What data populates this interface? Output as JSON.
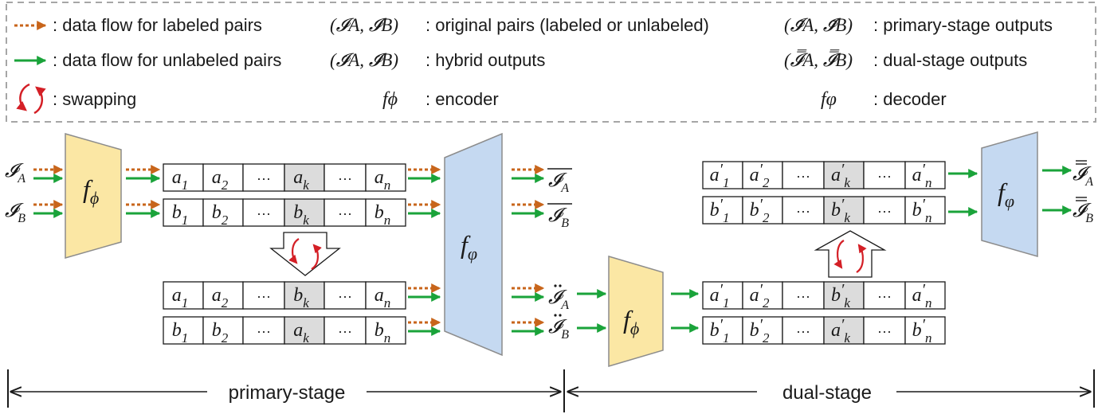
{
  "legend": {
    "labeled_flow": ": data flow for labeled pairs",
    "unlabeled_flow": ": data flow for unlabeled pairs",
    "swapping": ": swapping",
    "original_pairs_sym": "(𝓘A, 𝓘B)",
    "original_pairs": ": original pairs (labeled or unlabeled)",
    "hybrid_outputs_sym": "(𝓘̈A, 𝓘̈B)",
    "hybrid_outputs": ": hybrid outputs",
    "encoder_sym": "fϕ",
    "encoder": ": encoder",
    "primary_outputs_sym": "(𝓘̄A, 𝓘̄B)",
    "primary_outputs": ": primary-stage outputs",
    "dual_outputs_sym": "(𝓘̿A, 𝓘̿B)",
    "dual_outputs": ": dual-stage outputs",
    "decoder_sym": "fφ",
    "decoder": ": decoder"
  },
  "symbols": {
    "I": "𝓘",
    "sub_A": "A",
    "sub_B": "B",
    "f": "f",
    "phi": "ϕ",
    "varphi": "φ",
    "ellipsis": "···",
    "prime": "′"
  },
  "rows": {
    "a": [
      "a1",
      "a2",
      "···",
      "ak",
      "···",
      "an"
    ],
    "b": [
      "b1",
      "b2",
      "···",
      "bk",
      "···",
      "bn"
    ],
    "a_swapped": [
      "a1",
      "a2",
      "···",
      "bk",
      "···",
      "an"
    ],
    "b_swapped": [
      "b1",
      "b2",
      "···",
      "ak",
      "···",
      "bn"
    ],
    "a_dual_top": [
      "a′1",
      "a′2",
      "···",
      "a′k",
      "···",
      "a′n"
    ],
    "b_dual_top": [
      "b′1",
      "b′2",
      "···",
      "b′k",
      "···",
      "b′n"
    ],
    "a_dual_bottom": [
      "a′1",
      "a′2",
      "···",
      "b′k",
      "···",
      "a′n"
    ],
    "b_dual_bottom": [
      "b′1",
      "b′2",
      "···",
      "a′k",
      "···",
      "b′n"
    ]
  },
  "stages": {
    "primary": "primary-stage",
    "dual": "dual-stage"
  },
  "colors": {
    "labeled_arrow": "#c8651b",
    "unlabeled_arrow": "#1aa33a",
    "swap_arrow": "#d41f26",
    "encoder_fill": "#fbe7a4",
    "decoder_fill": "#c5d9f1",
    "highlight_cell": "#dcdcdc",
    "legend_border": "#a6a6a6"
  }
}
